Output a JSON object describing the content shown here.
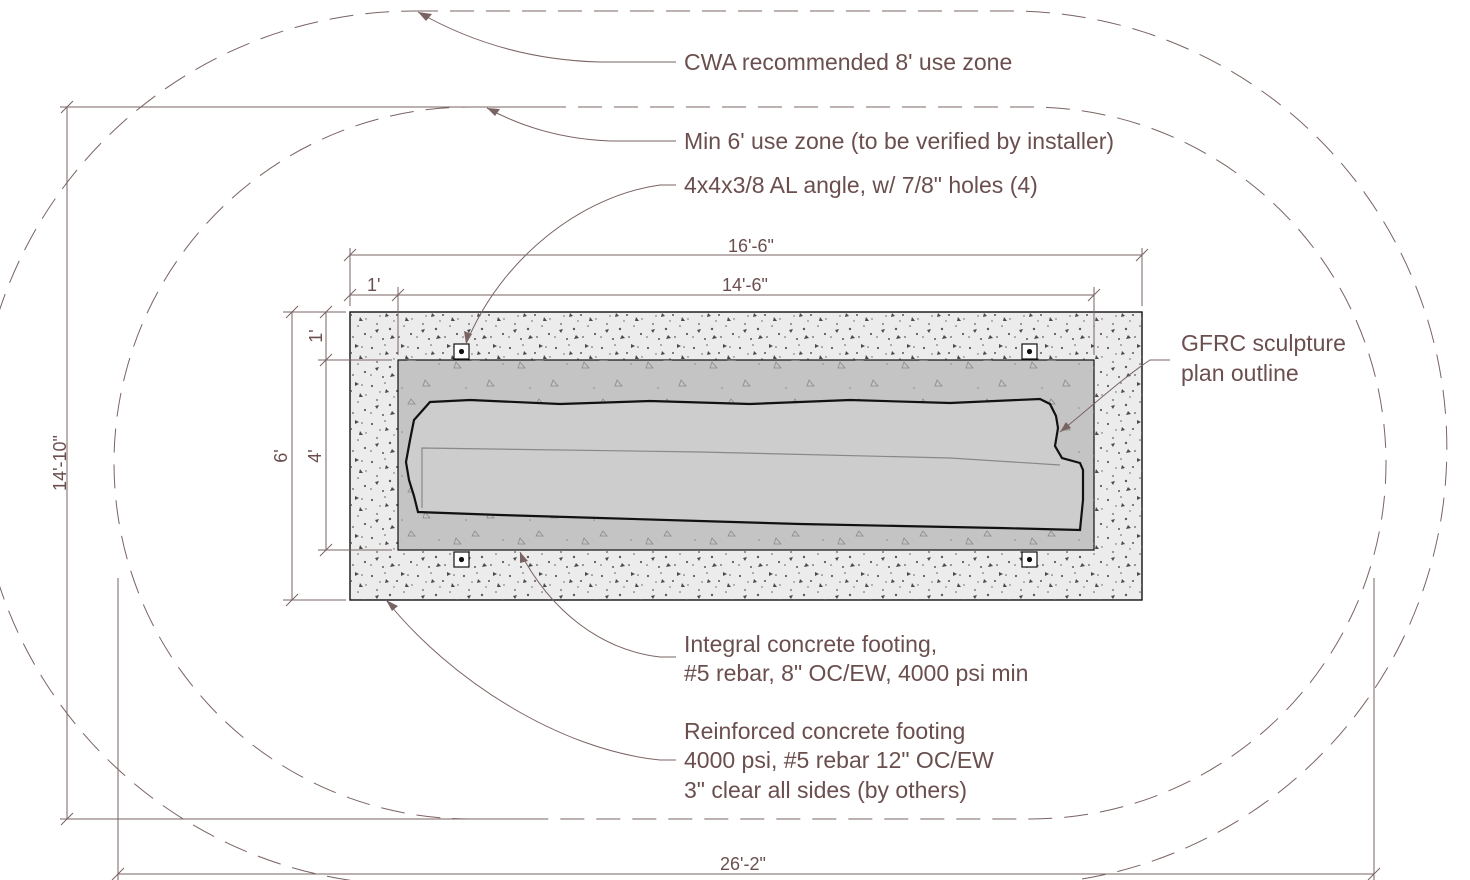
{
  "colors": {
    "text": "#6b4f4f",
    "line": "#7a6363",
    "outline": "#111111",
    "footing_fill": "#ececec",
    "integral_fill": "#c4c4c4",
    "sculpture_fill": "#cdcdcd"
  },
  "callouts": {
    "use_zone_8": "CWA recommended 8' use zone",
    "use_zone_6": "Min 6' use zone (to be verified by installer)",
    "angle": "4x4x3/8 AL angle, w/ 7/8\" holes (4)",
    "sculpture_line1": "GFRC sculpture",
    "sculpture_line2": "plan outline",
    "integral_line1": "Integral concrete footing,",
    "integral_line2": "#5 rebar, 8\" OC/EW, 4000 psi min",
    "reinforced_line1": "Reinforced concrete footing",
    "reinforced_line2": "4000 psi, #5 rebar 12\" OC/EW",
    "reinforced_line3": "3\" clear all sides (by others)"
  },
  "dimensions": {
    "footing_length": "16'-6\"",
    "integral_length": "14'-6\"",
    "edge_offset_h": "1'",
    "edge_offset_v": "1'",
    "footing_width": "6'",
    "integral_width": "4'",
    "zone_depth": "14'-10\"",
    "zone_length": "26'-2\""
  }
}
